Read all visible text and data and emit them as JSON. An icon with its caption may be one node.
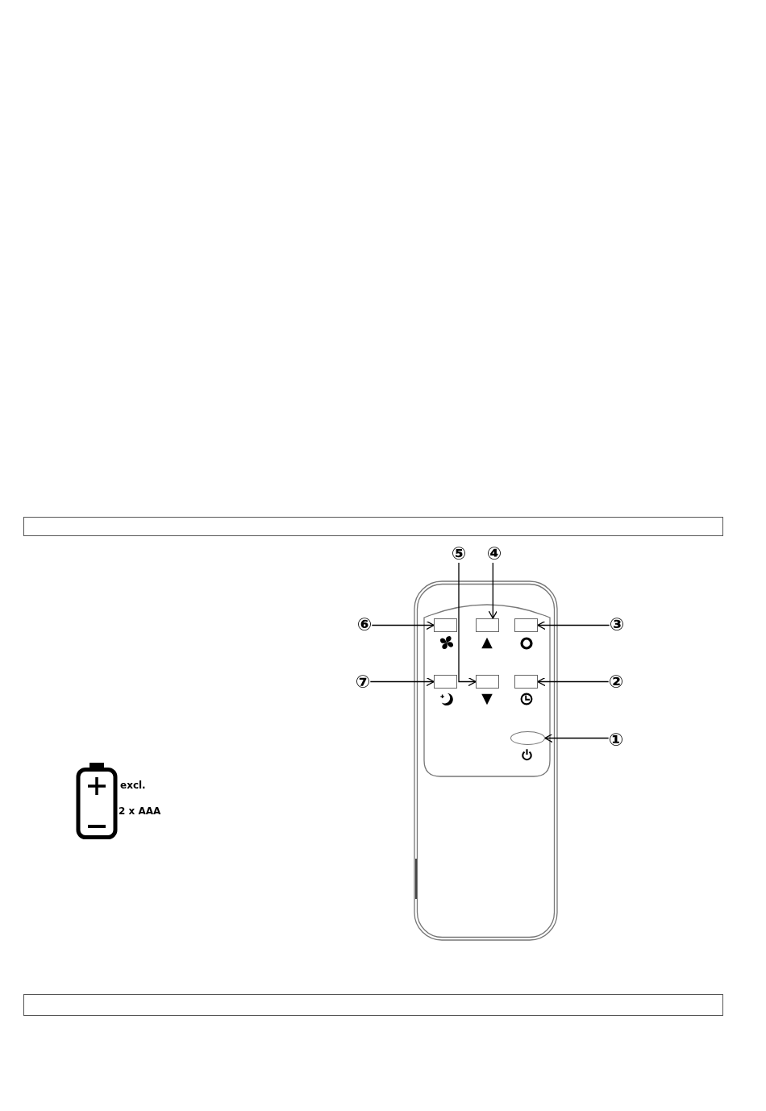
{
  "diagram": {
    "nodes": [
      {
        "text": [],
        "shape": "bar"
      },
      {
        "text": [
          "⑤"
        ]
      },
      {
        "text": [
          "④"
        ]
      },
      {
        "text": [
          "⑥"
        ]
      },
      {
        "text": [],
        "shape": "box"
      },
      {
        "text": [],
        "shape": "box"
      },
      {
        "text": [],
        "shape": "box"
      },
      {
        "text": [
          "③"
        ]
      },
      {
        "text": [
          "⑦"
        ]
      },
      {
        "text": [],
        "shape": "box"
      },
      {
        "text": [],
        "shape": "box"
      },
      {
        "text": [],
        "shape": "box"
      },
      {
        "text": [
          "②"
        ]
      },
      {
        "text": [],
        "shape": "ellipse"
      },
      {
        "text": [
          "①"
        ]
      },
      {
        "text": [],
        "shape": "bar"
      }
    ],
    "edges": [
      {
        "from": 1,
        "to": 10,
        "arrow": "to"
      },
      {
        "from": 2,
        "to": 5,
        "arrow": "to"
      },
      {
        "from": 3,
        "to": 4,
        "arrow": "to"
      },
      {
        "from": 7,
        "to": 6,
        "arrow": "to"
      },
      {
        "from": 8,
        "to": 9,
        "arrow": "to"
      },
      {
        "from": 12,
        "to": 11,
        "arrow": "to"
      },
      {
        "from": 14,
        "to": 13,
        "arrow": "to"
      }
    ],
    "labels": [
      "excl.",
      "2 x AAA"
    ]
  }
}
